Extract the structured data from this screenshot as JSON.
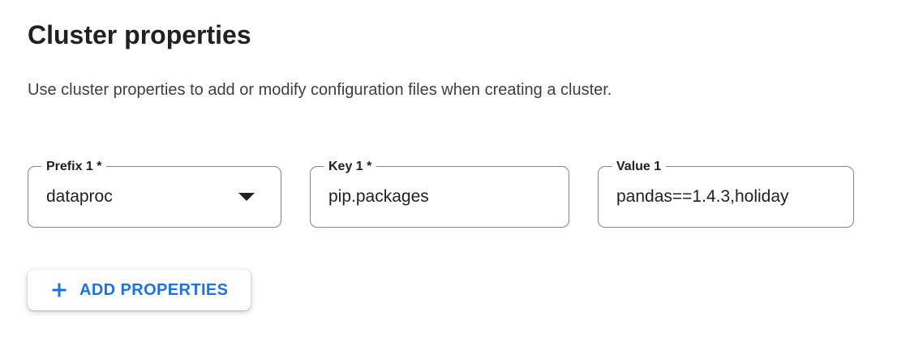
{
  "header": {
    "title": "Cluster properties",
    "description": "Use cluster properties to add or modify configuration files when creating a cluster."
  },
  "fields": [
    {
      "label": "Prefix 1 *",
      "value": "dataproc",
      "control": "dropdown",
      "required": true,
      "icon": "dropdown-arrow-icon"
    },
    {
      "label": "Key 1 *",
      "value": "pip.packages",
      "control": "text-input",
      "required": true
    },
    {
      "label": "Value 1",
      "value": "pandas==1.4.3,holiday",
      "control": "text-input",
      "required": false
    }
  ],
  "actions": {
    "add_properties": {
      "label": "ADD PROPERTIES",
      "icon": "plus-icon"
    }
  },
  "colors": {
    "accent_blue": "#1a73e8",
    "text_primary": "#202124",
    "text_secondary": "#3c4043",
    "field_border": "#80868b",
    "background": "#ffffff"
  }
}
